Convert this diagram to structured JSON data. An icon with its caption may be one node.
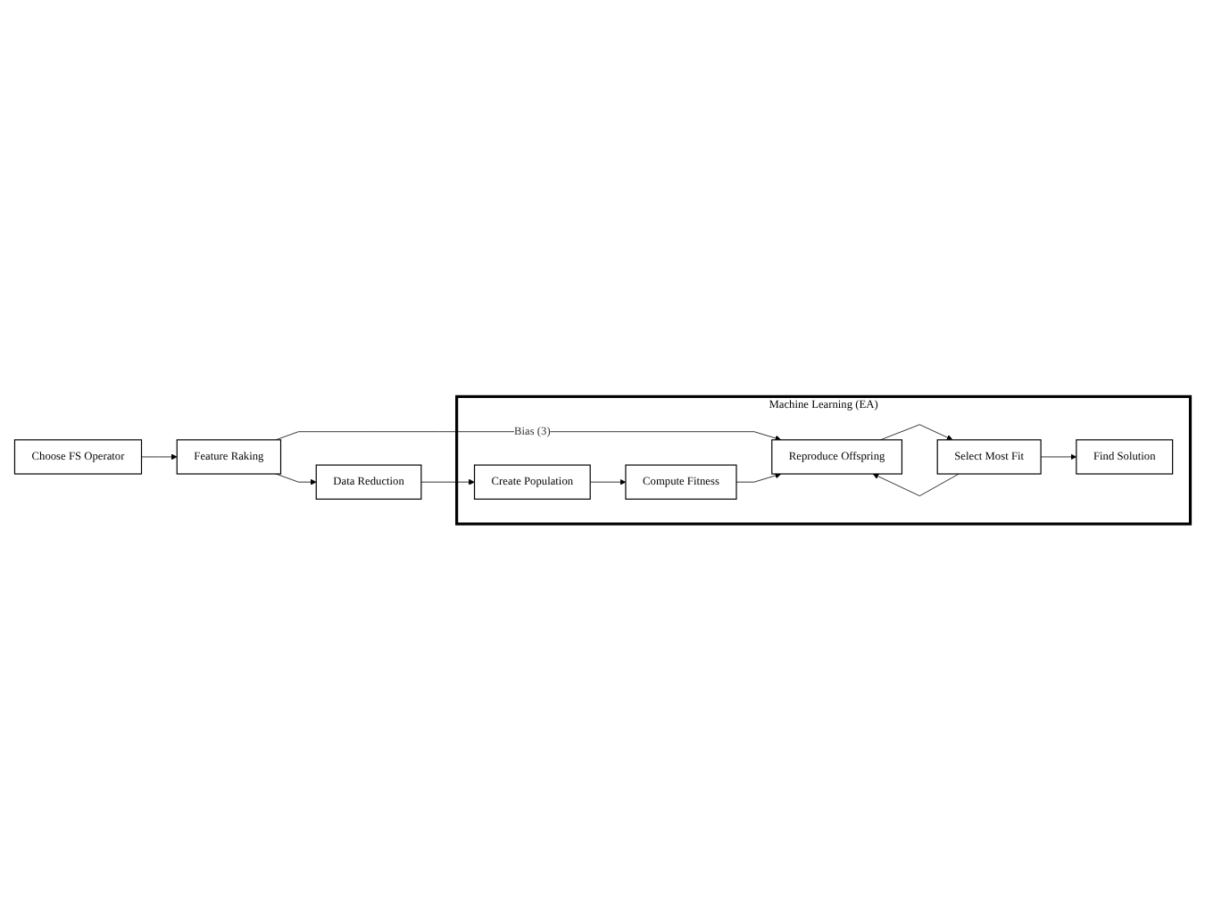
{
  "diagram": {
    "nodes": [
      {
        "text": [
          "Choose FS Operator"
        ]
      },
      {
        "text": [
          "Feature Raking"
        ]
      },
      {
        "text": [
          "Data Reduction"
        ]
      },
      {
        "text": [
          "Machine Learning (EA)"
        ]
      },
      {
        "text": [
          "Create Population"
        ],
        "in": 3
      },
      {
        "text": [
          "Compute Fitness"
        ],
        "in": 3
      },
      {
        "text": [
          "Reproduce Offspring"
        ],
        "in": 3
      },
      {
        "text": [
          "Select Most Fit"
        ],
        "in": 3
      },
      {
        "text": [
          "Find Solution"
        ],
        "in": 3
      }
    ],
    "edges": [
      {
        "from": 0,
        "to": 1,
        "arrow": "to"
      },
      {
        "from": 1,
        "to": 2,
        "arrow": "to"
      },
      {
        "from": 1,
        "to": 6,
        "arrow": "to",
        "label": "Bias (3)"
      },
      {
        "from": 2,
        "to": 4,
        "arrow": "to"
      },
      {
        "from": 4,
        "to": 5,
        "arrow": "to"
      },
      {
        "from": 5,
        "to": 6,
        "arrow": "to"
      },
      {
        "from": 6,
        "to": 7,
        "arrow": "to"
      },
      {
        "from": 7,
        "to": 8,
        "arrow": "to"
      },
      {
        "from": 7,
        "to": 6,
        "arrow": "to"
      }
    ]
  }
}
